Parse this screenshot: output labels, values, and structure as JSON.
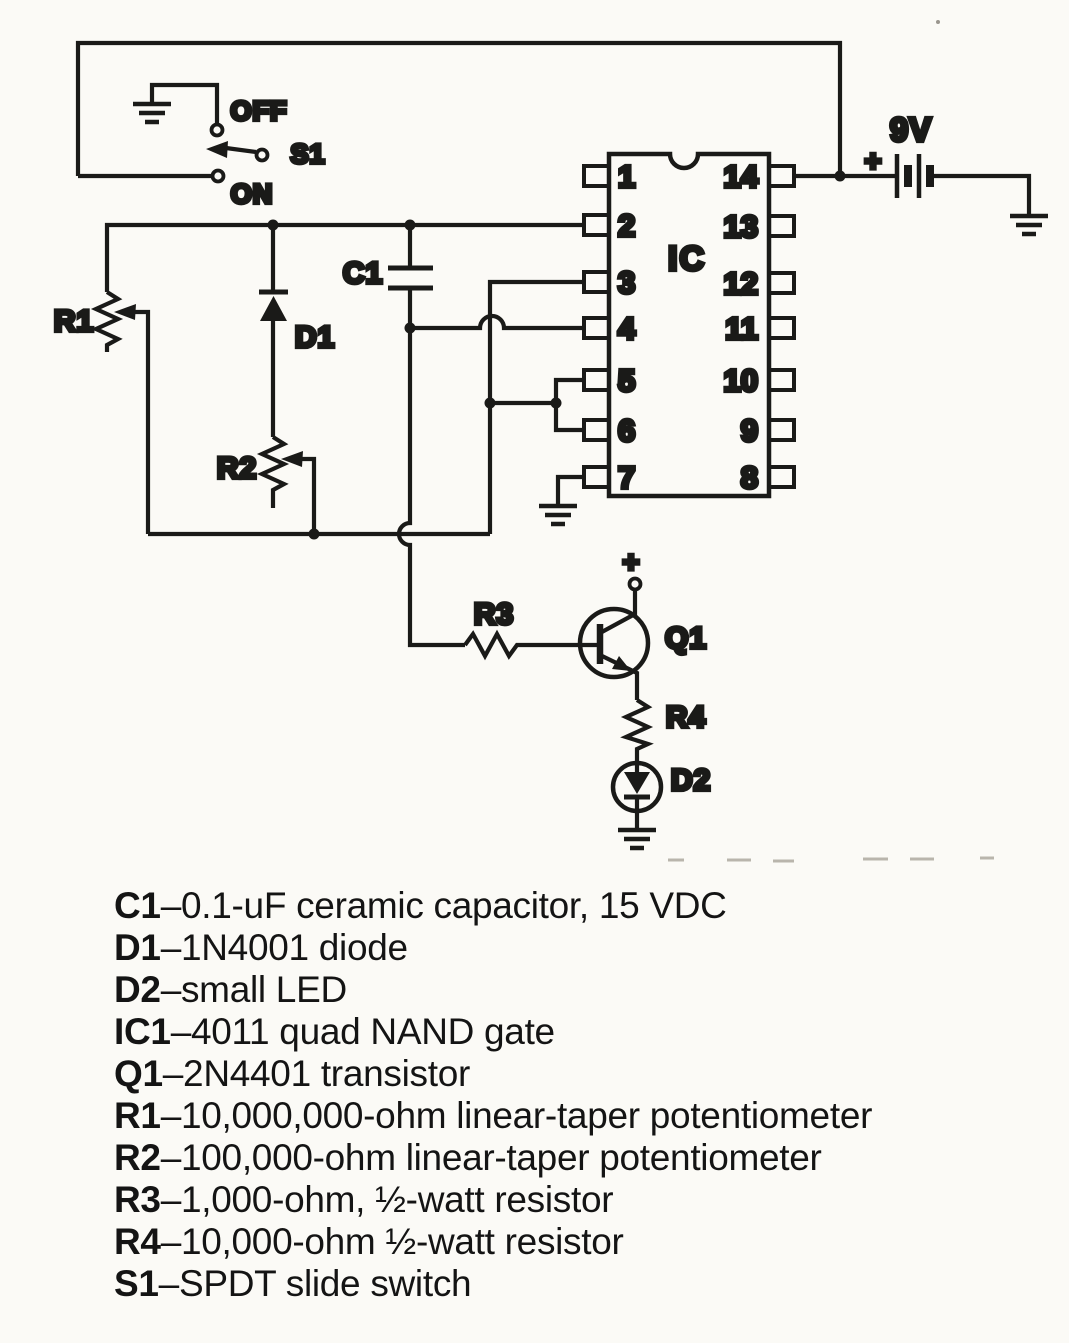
{
  "schematic": {
    "power": {
      "battery_voltage": "9V",
      "battery_polarity": "+"
    },
    "switch": {
      "label": "S1",
      "off_position": "OFF",
      "on_position": "ON"
    },
    "ic": {
      "label": "IC",
      "pins_left": [
        "1",
        "2",
        "3",
        "4",
        "5",
        "6",
        "7"
      ],
      "pins_right": [
        "14",
        "13",
        "12",
        "11",
        "10",
        "9",
        "8"
      ]
    },
    "components": {
      "r1": "R1",
      "r2": "R2",
      "r3": "R3",
      "r4": "R4",
      "c1": "C1",
      "d1": "D1",
      "d2": "D2",
      "q1": "Q1",
      "q1_collector_polarity": "+"
    }
  },
  "parts_list": [
    {
      "designator": "C1",
      "description": "–0.1-uF ceramic capacitor, 15 VDC"
    },
    {
      "designator": "D1",
      "description": "–1N4001 diode"
    },
    {
      "designator": "D2",
      "description": "–small LED"
    },
    {
      "designator": "IC1",
      "description": "–4011 quad NAND gate"
    },
    {
      "designator": "Q1",
      "description": "–2N4401 transistor"
    },
    {
      "designator": "R1",
      "description": "–10,000,000-ohm linear-taper potentiometer"
    },
    {
      "designator": "R2",
      "description": "–100,000-ohm linear-taper potentiometer"
    },
    {
      "designator": "R3",
      "description": "–1,000-ohm, ½-watt resistor"
    },
    {
      "designator": "R4",
      "description": "–10,000-ohm ½-watt resistor"
    },
    {
      "designator": "S1",
      "description": "–SPDT slide switch"
    }
  ],
  "colors": {
    "ink": "#1a1a18",
    "paper": "#fbfaf6"
  }
}
